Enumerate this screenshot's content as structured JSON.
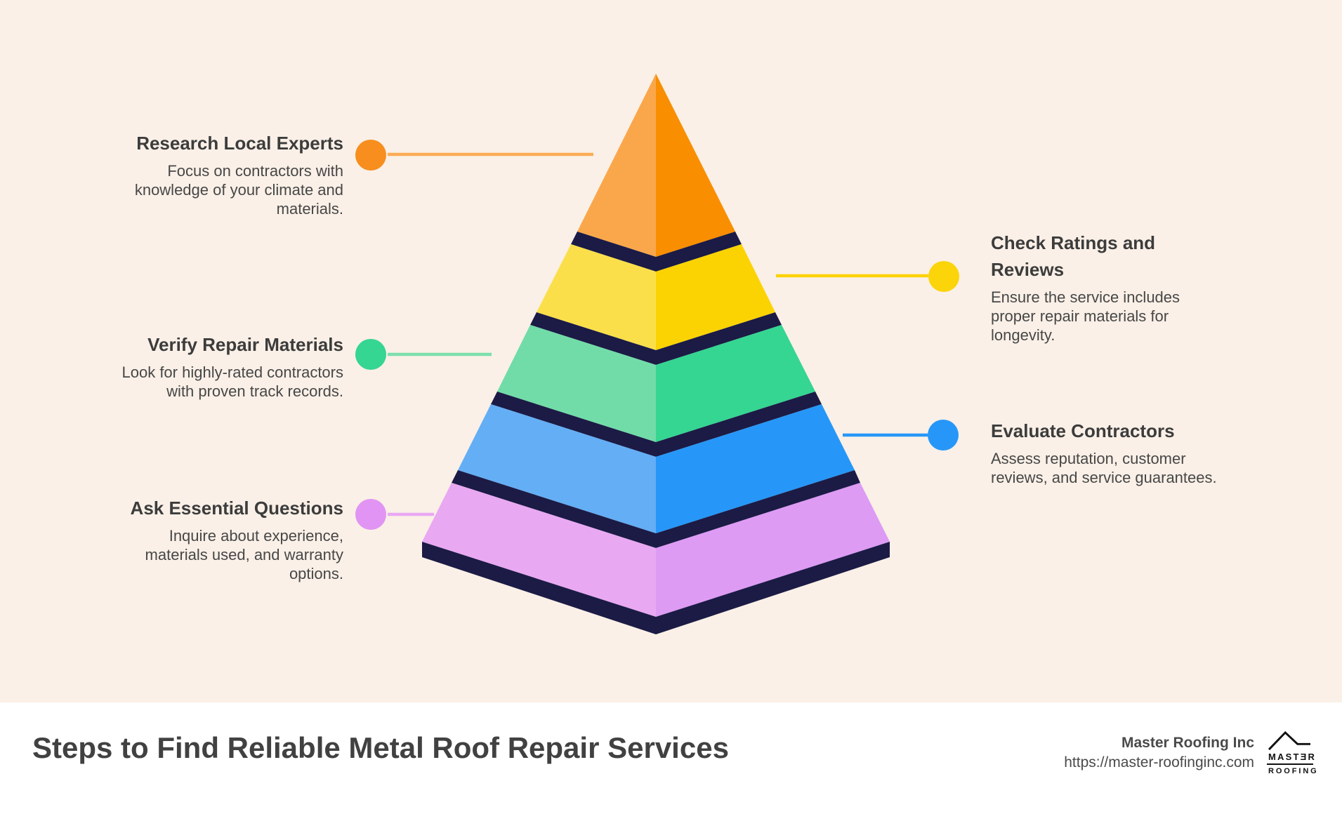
{
  "canvas": {
    "bg": "#FAF0E7",
    "navy": "#1B1B45",
    "footer_bg": "#FFFFFF"
  },
  "steps": [
    {
      "title": "Research Local Experts",
      "description": "Focus on contractors with\nknowledge of your climate and\nmaterials.",
      "dot": "#F78E1E",
      "line": "#FBAC55",
      "face_light": "#FAA74B",
      "face_dark": "#F98E00"
    },
    {
      "title": "Check Ratings and\nReviews",
      "description": "Ensure the service includes\nproper repair materials for\nlongevity.",
      "dot": "#FBD40A",
      "line": "#FBD303",
      "face_light": "#FBDF4A",
      "face_dark": "#FBD303"
    },
    {
      "title": "Verify Repair Materials",
      "description": "Look for highly-rated contractors\nwith proven track records.",
      "dot": "#35D592",
      "line": "#7BDFAC",
      "face_light": "#71DCA8",
      "face_dark": "#35D592"
    },
    {
      "title": "Evaluate Contractors",
      "description": "Assess reputation, customer\nreviews, and service guarantees.",
      "dot": "#2697F8",
      "line": "#2697F8",
      "face_light": "#64AEF5",
      "face_dark": "#2697F8"
    },
    {
      "title": "Ask Essential Questions",
      "description": "Inquire about experience,\nmaterials used, and warranty\noptions.",
      "dot": "#E194F3",
      "line": "#E9A8F2",
      "face_light": "#E9A8F2",
      "face_dark": "#DD9BF4"
    }
  ],
  "footer": {
    "title": "Steps to Find Reliable Metal Roof Repair Services",
    "brand_name": "Master Roofing Inc",
    "brand_url": "https://master-roofinginc.com",
    "logo_top": "MASTƎR",
    "logo_bottom": "ROOFING"
  }
}
